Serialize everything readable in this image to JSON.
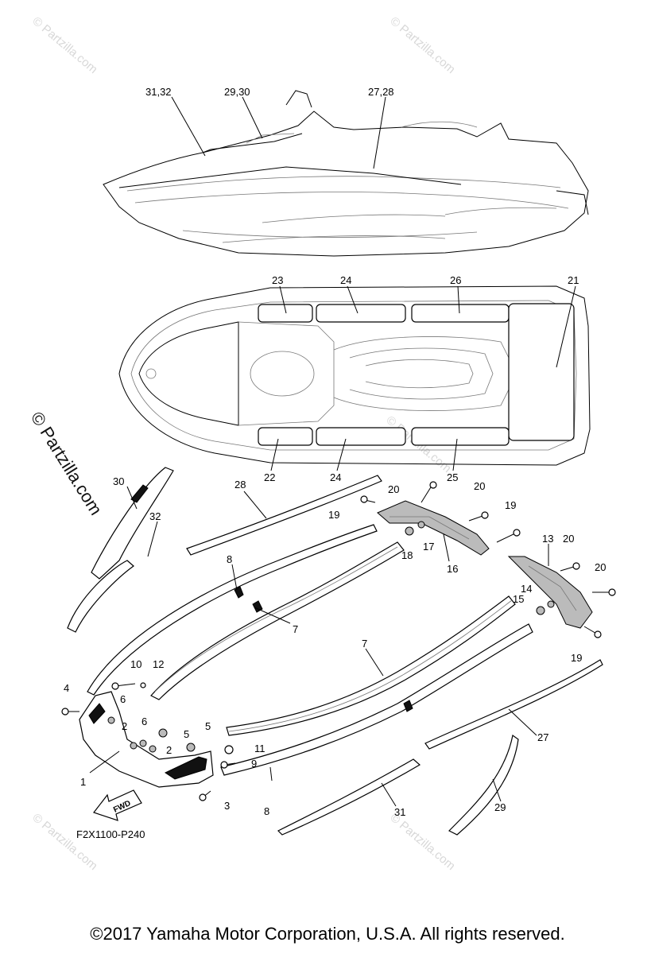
{
  "diagram": {
    "figure_code": "F2X1100-P240",
    "fwd_label": "FWD",
    "copyright": "©2017  Yamaha Motor Corporation, U.S.A. All rights reserved.",
    "side_watermark": "© Partzilla.com",
    "watermarks": [
      "© Partzilla.com",
      "© Partzilla.com",
      "© Partzilla.com",
      "© Partzilla.com",
      "© Partzilla.com"
    ]
  },
  "callouts": [
    {
      "id": "c-31-32",
      "text": "31,32"
    },
    {
      "id": "c-29-30",
      "text": "29,30"
    },
    {
      "id": "c-27-28",
      "text": "27,28"
    },
    {
      "id": "c-23",
      "text": "23"
    },
    {
      "id": "c-24a",
      "text": "24"
    },
    {
      "id": "c-26",
      "text": "26"
    },
    {
      "id": "c-21",
      "text": "21"
    },
    {
      "id": "c-22",
      "text": "22"
    },
    {
      "id": "c-24b",
      "text": "24"
    },
    {
      "id": "c-25",
      "text": "25"
    },
    {
      "id": "c-30",
      "text": "30"
    },
    {
      "id": "c-32",
      "text": "32"
    },
    {
      "id": "c-28",
      "text": "28"
    },
    {
      "id": "c-20a",
      "text": "20"
    },
    {
      "id": "c-20b",
      "text": "20"
    },
    {
      "id": "c-19a",
      "text": "19"
    },
    {
      "id": "c-19b",
      "text": "19"
    },
    {
      "id": "c-18",
      "text": "18"
    },
    {
      "id": "c-17",
      "text": "17"
    },
    {
      "id": "c-16",
      "text": "16"
    },
    {
      "id": "c-13",
      "text": "13"
    },
    {
      "id": "c-20c",
      "text": "20"
    },
    {
      "id": "c-20d",
      "text": "20"
    },
    {
      "id": "c-14",
      "text": "14"
    },
    {
      "id": "c-15",
      "text": "15"
    },
    {
      "id": "c-19c",
      "text": "19"
    },
    {
      "id": "c-8a",
      "text": "8"
    },
    {
      "id": "c-7a",
      "text": "7"
    },
    {
      "id": "c-7b",
      "text": "7"
    },
    {
      "id": "c-10",
      "text": "10"
    },
    {
      "id": "c-12",
      "text": "12"
    },
    {
      "id": "c-4",
      "text": "4"
    },
    {
      "id": "c-6a",
      "text": "6"
    },
    {
      "id": "c-6b",
      "text": "6"
    },
    {
      "id": "c-2a",
      "text": "2"
    },
    {
      "id": "c-2b",
      "text": "2"
    },
    {
      "id": "c-5a",
      "text": "5"
    },
    {
      "id": "c-5b",
      "text": "5"
    },
    {
      "id": "c-11",
      "text": "11"
    },
    {
      "id": "c-9",
      "text": "9"
    },
    {
      "id": "c-1",
      "text": "1"
    },
    {
      "id": "c-3",
      "text": "3"
    },
    {
      "id": "c-8b",
      "text": "8"
    },
    {
      "id": "c-27",
      "text": "27"
    },
    {
      "id": "c-31",
      "text": "31"
    },
    {
      "id": "c-29",
      "text": "29"
    }
  ]
}
